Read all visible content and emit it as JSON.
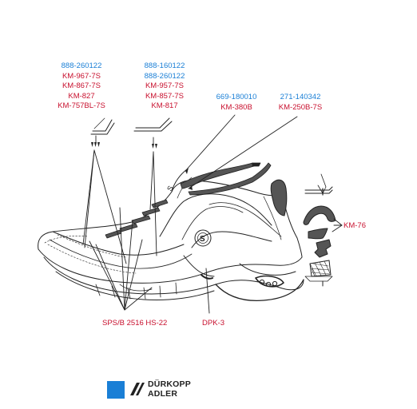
{
  "groups": {
    "g1": {
      "parts": [
        "888-260122"
      ],
      "models": [
        "KM-967-7S",
        "KM-867-7S",
        "KM-827",
        "KM-757BL-7S"
      ]
    },
    "g2": {
      "parts": [
        "888-160122",
        "888-260122"
      ],
      "models": [
        "KM-957-7S",
        "KM-857-7S",
        "KM-817"
      ]
    },
    "g3": {
      "parts": [
        "669-180010"
      ],
      "models": [
        "KM-380B"
      ]
    },
    "g4": {
      "parts": [
        "271-140342"
      ],
      "models": [
        "KM-250B-7S"
      ]
    }
  },
  "callouts": {
    "right": "KM-76",
    "bottom_left": "SPS/B 2516 HS-22",
    "bottom_right": "DPK-3"
  },
  "logo": {
    "line1": "DÜRKOPP",
    "line2": "ADLER"
  },
  "colors": {
    "part_number": "#1a7fd6",
    "model": "#c8102e",
    "brand": "#1a7fd6"
  }
}
